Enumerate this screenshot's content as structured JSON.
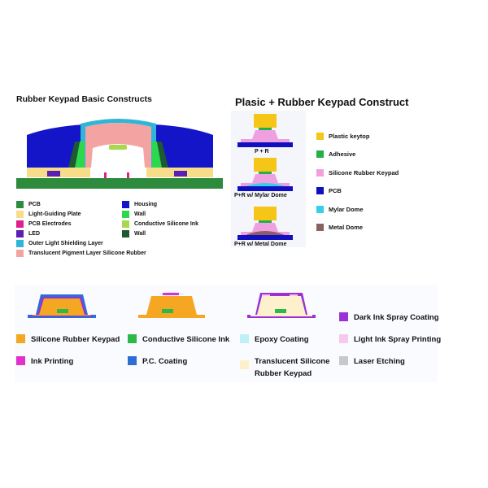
{
  "basic": {
    "title": "Rubber Keypad Basic Constructs",
    "legend": [
      {
        "label": "PCB",
        "color": "#2e8b3e"
      },
      {
        "label": "Light-Guiding Plate",
        "color": "#f7dd8a"
      },
      {
        "label": "PCB Electrodes",
        "color": "#e01f8c"
      },
      {
        "label": "LED",
        "color": "#5b1fb3"
      },
      {
        "label": "Outer Light Shielding Layer",
        "color": "#2fb5d6"
      },
      {
        "label": "Translucent Pigment Layer Silicone Rubber",
        "color": "#f4a3a3"
      },
      {
        "label": "Housing",
        "color": "#1414c8"
      },
      {
        "label": "Wall",
        "color": "#2bd84e"
      },
      {
        "label": "Conductive Silicone Ink",
        "color": "#a8d84e"
      },
      {
        "label": "Wall",
        "color": "#1f5a2e"
      }
    ]
  },
  "plastic": {
    "title": "Plasic + Rubber Keypad Construct",
    "captions": [
      "P + R",
      "P+R w/ Mylar Dome",
      "P+R w/ Metal Dome"
    ],
    "legend": [
      {
        "label": "Plastic keytop",
        "color": "#f5c518"
      },
      {
        "label": "Adhesive",
        "color": "#22b04a"
      },
      {
        "label": "Silicone Rubber Keypad",
        "color": "#f0a0e0"
      },
      {
        "label": "PCB",
        "color": "#1010c0"
      },
      {
        "label": "Mylar Dome",
        "color": "#35d0e8"
      },
      {
        "label": "Metal Dome",
        "color": "#8a6060"
      }
    ]
  },
  "coatings": {
    "legend": [
      {
        "label": "Dark Ink Spray Coating",
        "color": "#9b30d6"
      },
      {
        "label": "Silicone Rubber Keypad",
        "color": "#f5a623"
      },
      {
        "label": "Conductive Silicone Ink",
        "color": "#2db84a"
      },
      {
        "label": "Epoxy Coating",
        "color": "#bff0f5"
      },
      {
        "label": "Light Ink Spray Printing",
        "color": "#f5c8ef"
      },
      {
        "label": "Ink Printing",
        "color": "#e22fd0"
      },
      {
        "label": "P.C. Coating",
        "color": "#2b6fd6"
      },
      {
        "label": "Translucent Silicone",
        "label2": "Rubber Keypad",
        "color": "#fdf0cc"
      },
      {
        "label": "Laser Etching",
        "color": "#c8c8c8"
      }
    ]
  }
}
